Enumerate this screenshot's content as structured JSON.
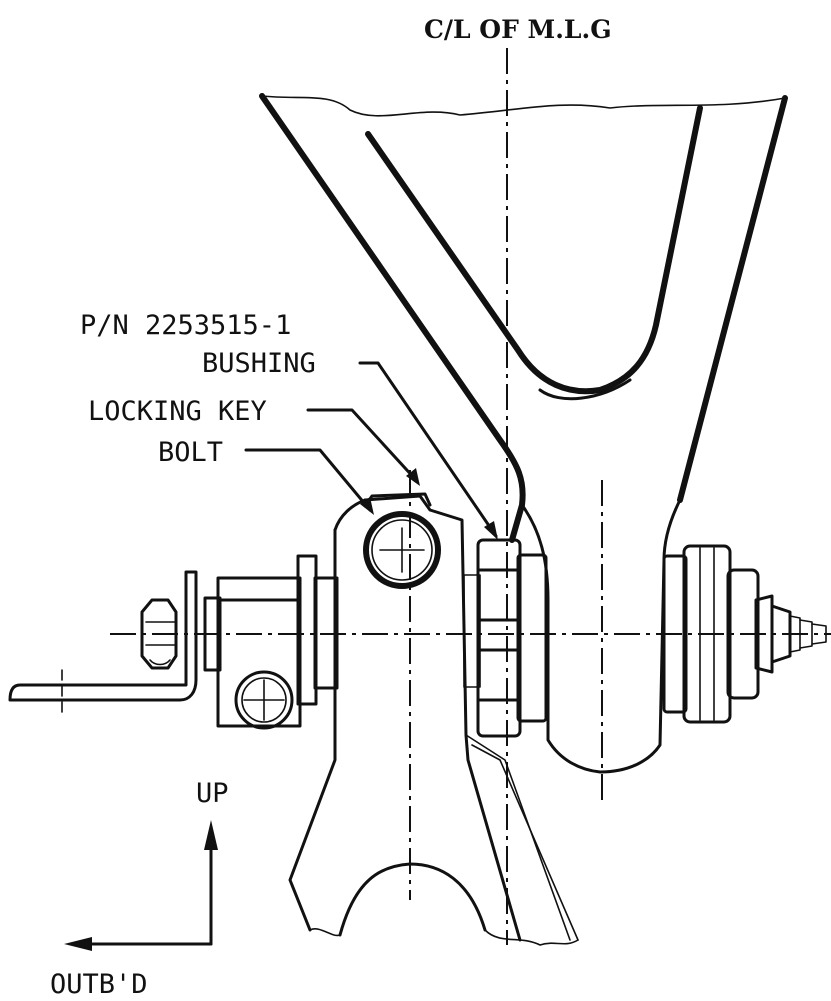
{
  "labels": {
    "centerline": "C/L OF M.L.G",
    "part_number": "P/N 2253515-1",
    "bushing": "BUSHING",
    "locking_key": "LOCKING KEY",
    "bolt": "BOLT",
    "up": "UP",
    "outboard": "OUTB'D"
  }
}
